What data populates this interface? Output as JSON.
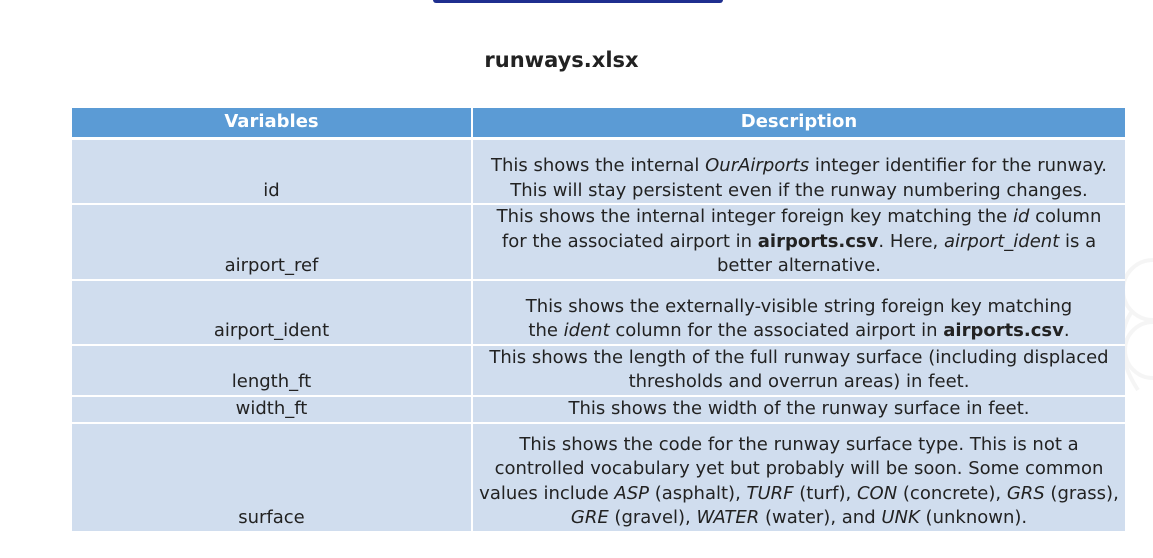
{
  "title": "runways.xlsx",
  "table": {
    "headers": [
      "Variables",
      "Description"
    ],
    "rows": [
      {
        "variable": "id",
        "desc": [
          {
            "t": "This shows the internal "
          },
          {
            "t": "OurAirports",
            "i": true
          },
          {
            "t": " integer identifier for the runway.\nThis will stay persistent even if the runway numbering changes."
          }
        ]
      },
      {
        "variable": "airport_ref",
        "desc": [
          {
            "t": "This shows the internal integer foreign key matching the "
          },
          {
            "t": "id",
            "i": true
          },
          {
            "t": " column\nfor the associated airport in "
          },
          {
            "t": "airports.csv",
            "b": true
          },
          {
            "t": ". Here, "
          },
          {
            "t": "airport_ident",
            "i": true
          },
          {
            "t": " is a\nbetter alternative."
          }
        ]
      },
      {
        "variable": "airport_ident",
        "desc": [
          {
            "t": "This shows the externally-visible string foreign key matching\nthe "
          },
          {
            "t": "ident",
            "i": true
          },
          {
            "t": " column for the associated airport in "
          },
          {
            "t": "airports.csv",
            "b": true
          },
          {
            "t": "."
          }
        ]
      },
      {
        "variable": "length_ft",
        "desc": [
          {
            "t": "This shows the length of the full runway surface (including displaced\nthresholds and overrun areas) in feet."
          }
        ]
      },
      {
        "variable": "width_ft",
        "desc": [
          {
            "t": "This shows the width of the runway surface in feet."
          }
        ]
      },
      {
        "variable": "surface",
        "desc": [
          {
            "t": "This shows the code for the runway surface type. This is not a\ncontrolled vocabulary yet but probably will be soon. Some common\nvalues include "
          },
          {
            "t": "ASP",
            "i": true
          },
          {
            "t": " (asphalt), "
          },
          {
            "t": "TURF",
            "i": true
          },
          {
            "t": " (turf), "
          },
          {
            "t": "CON",
            "i": true
          },
          {
            "t": " (concrete), "
          },
          {
            "t": "GRS",
            "i": true
          },
          {
            "t": " (grass),\n"
          },
          {
            "t": "GRE",
            "i": true
          },
          {
            "t": " (gravel), "
          },
          {
            "t": "WATER",
            "i": true
          },
          {
            "t": " (water), and "
          },
          {
            "t": "UNK",
            "i": true
          },
          {
            "t": " (unknown)."
          }
        ]
      }
    ]
  }
}
